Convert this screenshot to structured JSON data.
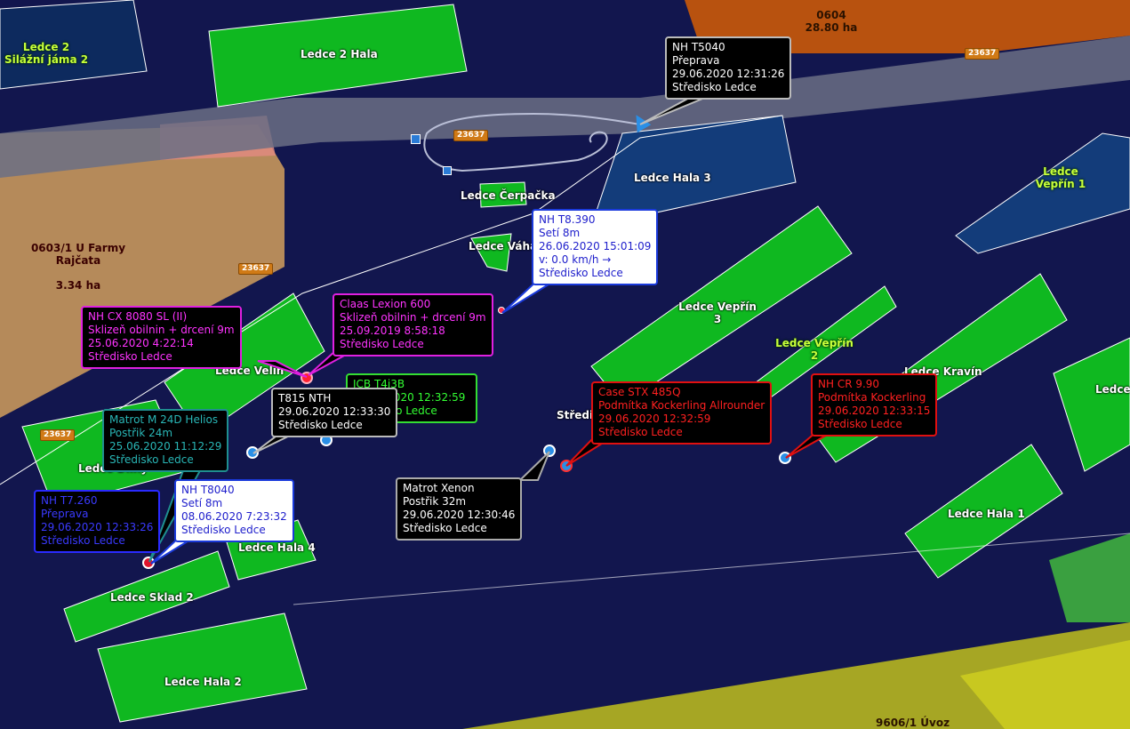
{
  "fields": {
    "f0604": "0604",
    "f0604_area": "28.80 ha",
    "f0603": "0603/1 U Farmy\nRajčata",
    "f0603_area": "3.34 ha",
    "f9606": "9606/1 Úvoz"
  },
  "buildings": {
    "siloz": "Ledce 2 Silážní jáma 2",
    "hala2top": "Ledce 2 Hala",
    "cerpacka": "Ledce Čerpačka",
    "vaha": "Ledce Váha",
    "hala3": "Ledce Hala 3",
    "veprin1": "Ledce Vepřín 1",
    "veprin3": "Ledce Vepřín 3",
    "veprin2": "Ledce Vepřín 2",
    "kravin": "Ledce Kravín",
    "ledcer": "Ledce",
    "hala1": "Ledce Hala 1",
    "velin": "Ledce Velín",
    "dilny": "Ledce Dílny",
    "hala4": "Ledce Hala 4",
    "sklad2": "Ledce Sklad 2",
    "hala2": "Ledce Hala 2",
    "stredisko": "Středisko"
  },
  "roads": {
    "r1": "23637",
    "r2": "23637",
    "r3": "23637",
    "r4": "23637"
  },
  "colors": {
    "overlay": "#12164e",
    "building_fill": "#0fb820",
    "field_brown": "#b58a5a",
    "field_orange": "#b8520f",
    "field_olive": "#a6a624"
  },
  "vehicles": {
    "nh_t5040": {
      "name": "NH T5040",
      "task": "Přeprava",
      "time": "29.06.2020 12:31:26",
      "center": "Středisko Ledce",
      "color": "#ffffff",
      "border": "#bbbbbb"
    },
    "nh_t8390": {
      "name": "NH T8.390",
      "task": "Setí 8m",
      "time": "26.06.2020 15:01:09",
      "speed": "v: 0.0 km/h →",
      "center": "Středisko Ledce",
      "color": "#2020cc",
      "border": "#1a3adb"
    },
    "claas": {
      "name": "Claas Lexion 600",
      "task": "Sklizeň obilnin + drcení 9m",
      "time": "25.09.2019 8:58:18",
      "center": "Středisko Ledce",
      "color": "#ff33ff",
      "border": "#e020e0"
    },
    "nh_cx": {
      "name": "NH CX 8080 SL (II)",
      "task": "Sklizeň obilnin + drcení 9m",
      "time": "25.06.2020 4:22:14",
      "center": "Středisko Ledce",
      "color": "#ff33ff",
      "border": "#e020e0"
    },
    "jcb": {
      "name": "JCB T4i3B",
      "time": "29.06.2020 12:32:59",
      "center": "Středisko Ledce",
      "color": "#33ff33",
      "border": "#33dd33"
    },
    "t815": {
      "name": "T815 NTH",
      "time": "29.06.2020 12:33:30",
      "center": "Středisko Ledce",
      "color": "#ffffff",
      "border": "#bbbbbb"
    },
    "matrot_m24": {
      "name": "Matrot M 24D Helios",
      "task": "Postřik 24m",
      "time": "25.06.2020 11:12:29",
      "center": "Středisko Ledce",
      "color": "#29b6b6",
      "border": "#1f8f8f"
    },
    "nh_t7260": {
      "name": "NH T7.260",
      "task": "Přeprava",
      "time": "29.06.2020 12:33:26",
      "center": "Středisko Ledce",
      "color": "#3a3aff",
      "border": "#2a2aff"
    },
    "nh_t8040": {
      "name": "NH T8040",
      "task": "Setí 8m",
      "time": "08.06.2020 7:23:32",
      "center": "Středisko Ledce",
      "color": "#2020cc",
      "border": "#1a3adb"
    },
    "case": {
      "name": "Case STX 485Q",
      "task": "Podmítka Kockerling Allrounder",
      "time": "29.06.2020 12:32:59",
      "center": "Středisko Ledce",
      "color": "#ff2020",
      "border": "#e01010"
    },
    "nh_cr": {
      "name": "NH CR 9.90",
      "task": "Podmítka Kockerling",
      "time": "29.06.2020 12:33:15",
      "center": "Středisko Ledce",
      "color": "#ff2020",
      "border": "#e01010"
    },
    "matrot_xenon": {
      "name": "Matrot Xenon",
      "task": "Postřik 32m",
      "time": "29.06.2020 12:30:46",
      "center": "Středisko Ledce",
      "color": "#ffffff",
      "border": "#aaaaaa"
    }
  }
}
